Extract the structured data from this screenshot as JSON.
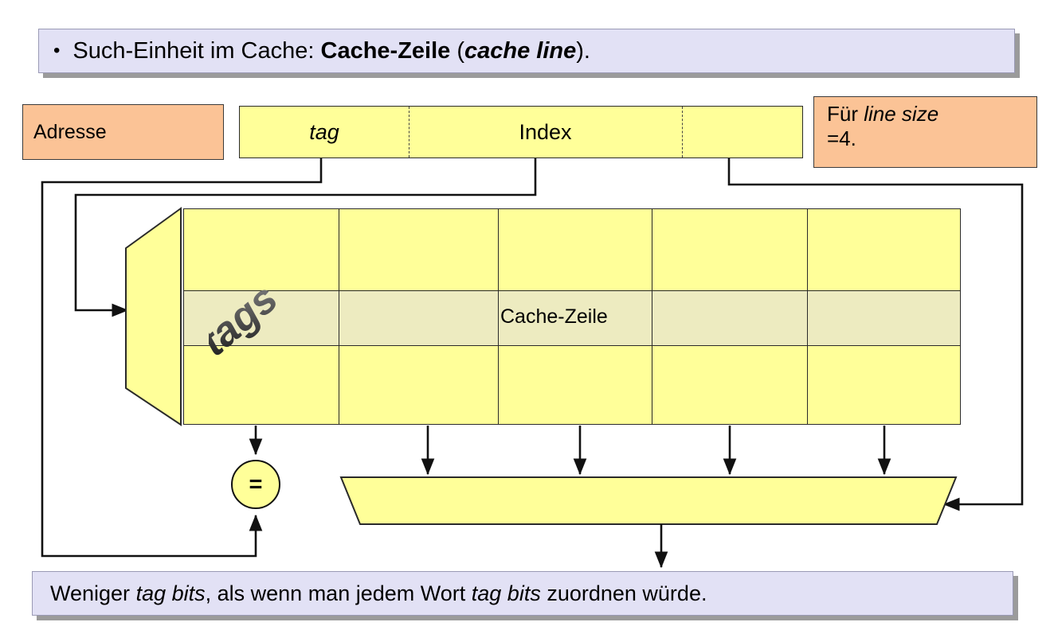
{
  "slide": {
    "top_banner": {
      "bullet": "•",
      "prefix": "Such-Einheit im Cache: ",
      "bold_term": "Cache-Zeile",
      "open_paren": " (",
      "italic_term": "cache line",
      "suffix": ")."
    },
    "bottom_banner": {
      "part1": "Weniger ",
      "italic1": "tag bits",
      "part2": ", als wenn man jedem Wort ",
      "italic2": "tag bits",
      "part3": " zuordnen würde."
    }
  },
  "address": {
    "label": "Adresse",
    "segments": [
      {
        "name": "tag",
        "label": "tag",
        "style": "italic"
      },
      {
        "name": "index",
        "label": "Index",
        "style": "normal"
      },
      {
        "name": "offset",
        "label": "",
        "style": "normal"
      }
    ]
  },
  "note": {
    "line1_prefix": "Für ",
    "line1_italic": "line size",
    "line2": "=4."
  },
  "cache": {
    "decoder_name": "index-decoder",
    "tags_label": "tags",
    "cache_line_label": "Cache-Zeile",
    "columns": 5,
    "rows": 3,
    "highlighted_row_index": 1,
    "comparator_symbol": "=",
    "mux_name": "word-select-multiplexer",
    "mux_inputs": 4
  },
  "colors": {
    "banner_fill": "#E2E1F5",
    "banner_shadow": "#9B9B9B",
    "orange_fill": "#FBC396",
    "cell_fill": "#FFFF99",
    "cell_highlight": "#EDEBC0",
    "line_color": "#111111",
    "tags_text_dark": "#1A1A1A",
    "tags_text_grey": "#7A7A7A"
  }
}
